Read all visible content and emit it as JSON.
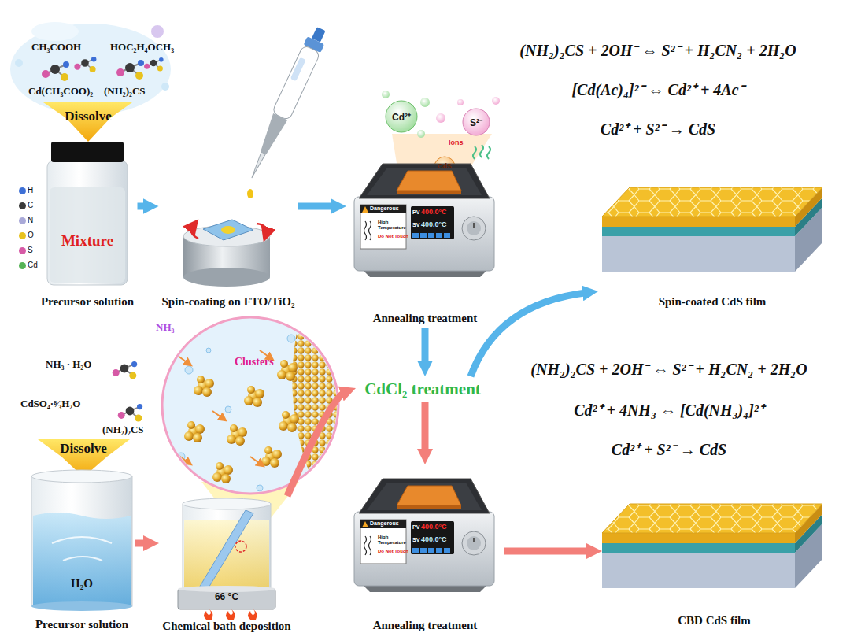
{
  "diagram": {
    "nodes": [
      {
        "text": [
          "Mixture",
          "Precursor solution"
        ]
      },
      {
        "text": [
          "Spin-coating on FTO/TiO₂"
        ]
      },
      {
        "text": [
          "Annealing treatment"
        ]
      },
      {
        "text": [
          "Spin-coated CdS film"
        ]
      },
      {
        "text": [
          "CdCl₂ treatment"
        ]
      },
      {
        "text": [
          "H₂O",
          "Precursor solution"
        ]
      },
      {
        "text": [
          "66 °C",
          "Chemical bath deposition"
        ]
      },
      {
        "text": [
          "Annealing treatment"
        ]
      },
      {
        "text": [
          "CBD CdS film"
        ]
      }
    ],
    "edges": [
      {
        "from": 0,
        "to": 1,
        "arrow": "to"
      },
      {
        "from": 1,
        "to": 2,
        "arrow": "to"
      },
      {
        "from": 2,
        "to": 4,
        "arrow": "to"
      },
      {
        "from": 4,
        "to": 3,
        "arrow": "to"
      },
      {
        "from": 5,
        "to": 6,
        "arrow": "to"
      },
      {
        "from": 6,
        "to": 4,
        "arrow": "to"
      },
      {
        "from": 4,
        "to": 7,
        "arrow": "to"
      },
      {
        "from": 7,
        "to": 8,
        "arrow": "to"
      }
    ],
    "labels": [
      "CH₃COOH",
      "HOC₂H₄OCH₃",
      "Cd(CH₃COO)₂",
      "(NH₂)₂CS",
      "Dissolve",
      "(NH₂)₂CS + 2OH⁻ ⇔ S²⁻ + H₂CN₂ + 2H₂O",
      "[Cd(Ac)₄]²⁻ ⇔ Cd²⁺ + 4Ac⁻",
      "Cd²⁺ + S²⁻ → CdS",
      "Cd²⁺",
      "S²⁻",
      "Ions",
      "CdS",
      "Dangerous",
      "High Temperature",
      "Do Not Touch",
      "PV",
      "400.0°C",
      "SV",
      "400.0°C",
      "NH₃ · H₂O",
      "CdSO₄·⁸⁄₃H₂O",
      "(NH₂)₂CS",
      "Dissolve",
      "NH₃",
      "Clusters",
      "(NH₂)₂CS + 2OH⁻ ⇔ S²⁻ + H₂CN₂ + 2H₂O",
      "Cd²⁺ + 4NH₃ ⇔ [Cd(NH₃)₄]²⁺",
      "Cd²⁺ + S²⁻ → CdS",
      "Dangerous",
      "High Temperature",
      "Do Not Touch",
      "PV",
      "400.0°C",
      "SV",
      "400.0°C"
    ],
    "legend": [
      {
        "text": "H",
        "color": "#3d6fd6"
      },
      {
        "text": "C",
        "color": "#3a3a3a"
      },
      {
        "text": "N",
        "color": "#a9a9d8"
      },
      {
        "text": "O",
        "color": "#e8c21e"
      },
      {
        "text": "S",
        "color": "#d65aa6"
      },
      {
        "text": "Cd",
        "color": "#56b356"
      }
    ]
  }
}
